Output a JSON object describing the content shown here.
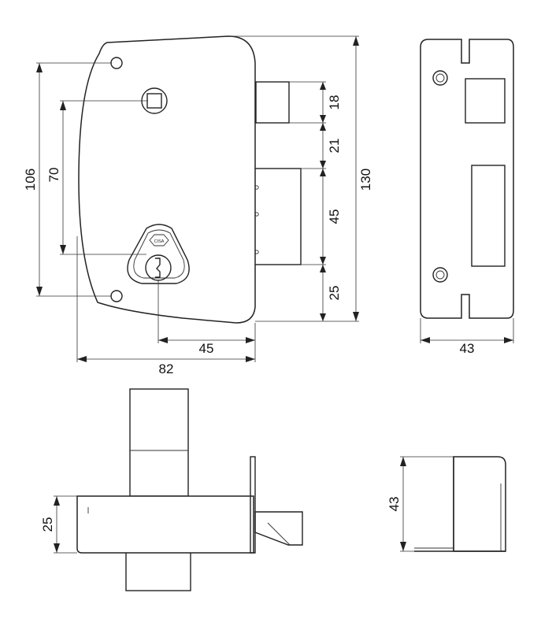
{
  "dimensions": {
    "case_height": "130",
    "fixing_spacing": "106",
    "spindle_to_cylinder": "70",
    "latch_height": "18",
    "latch_to_bolt": "21",
    "bolt_height": "45",
    "bolt_to_bottom": "25",
    "backset": "45",
    "case_width": "82",
    "keeper_width": "43",
    "case_depth": "25",
    "keeper_depth": "43"
  },
  "logo_text": "CISA",
  "colors": {
    "line": "#222222",
    "background": "#ffffff"
  }
}
